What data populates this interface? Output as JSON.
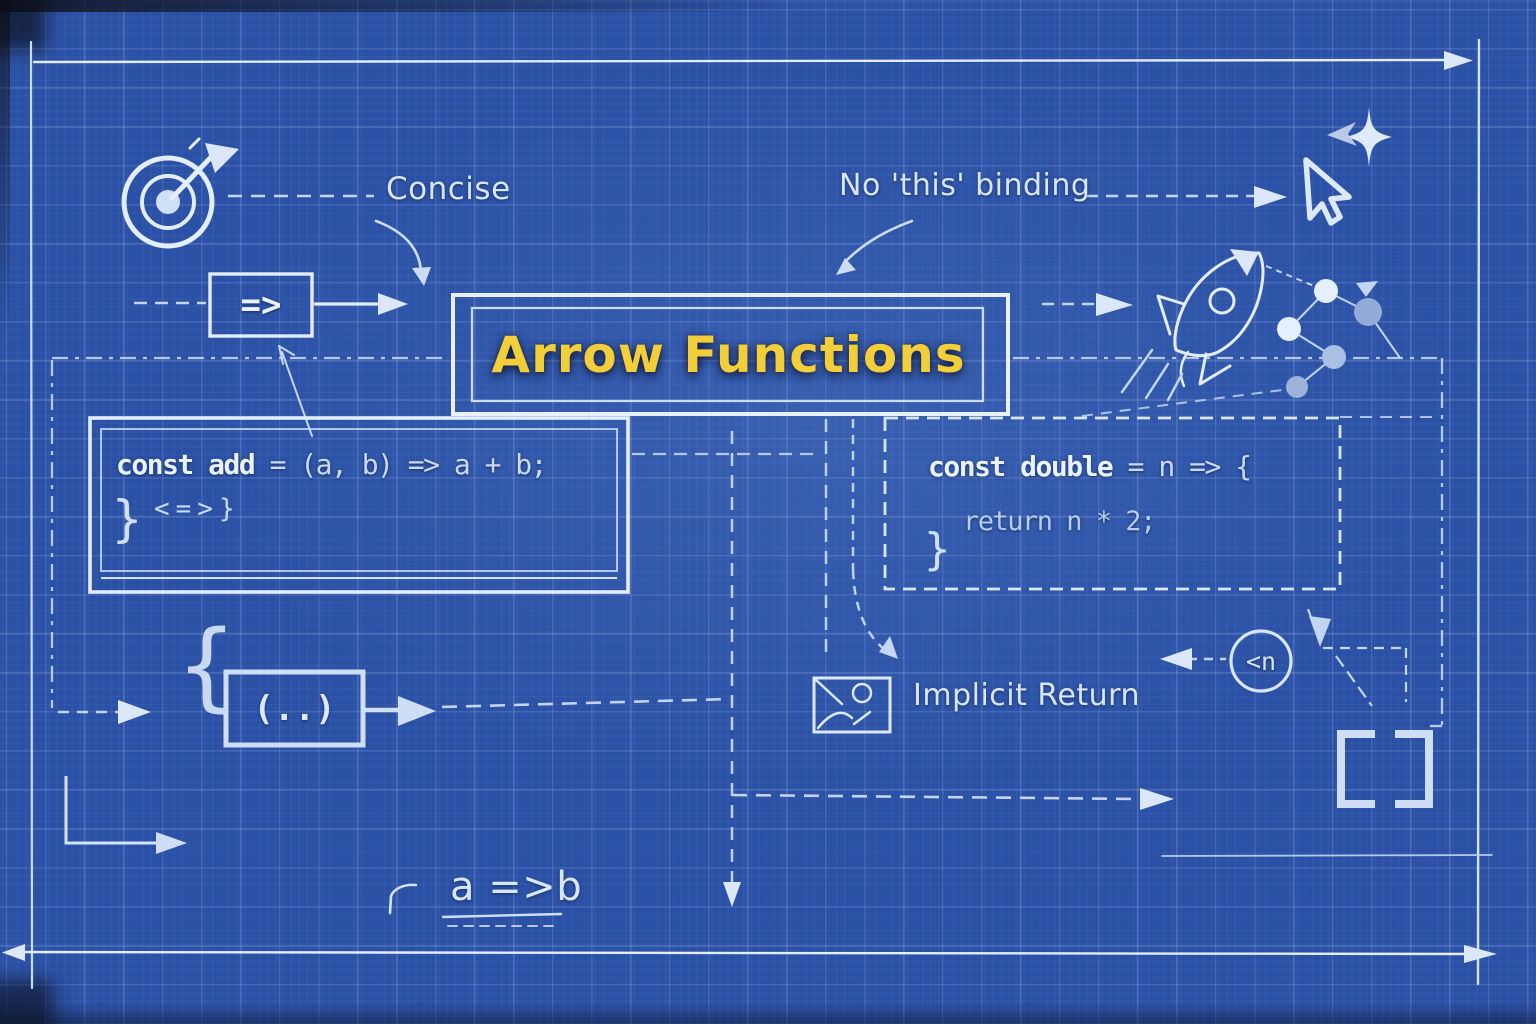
{
  "title": {
    "text": "Arrow Functions"
  },
  "annotations": {
    "concise": "Concise",
    "no_this_binding": "No 'this' binding",
    "implicit_return": "Implicit Return"
  },
  "symbols": {
    "fat_arrow": "=>",
    "params": "(..)",
    "open_brace": "{",
    "identity": "a =>b",
    "n_badge": "<n"
  },
  "code_blocks": {
    "add": {
      "keyword": "const add",
      "rest": " = (a, b) => a + b;",
      "brace": "}",
      "inline": "<=>}"
    },
    "double": {
      "keyword": "const double",
      "rest": " = n => {",
      "line2": "return n * 2;",
      "line3": "}"
    }
  },
  "icons": [
    "target-icon",
    "cursor-icon",
    "sparkle-icon",
    "rocket-icon",
    "constellation-icon",
    "envelope-icon",
    "n-circle-icon",
    "brackets-icon"
  ],
  "colors": {
    "background": "#2b51a6",
    "ink_bright": "#e3edfb",
    "ink_dim": "#b4c8e8",
    "accent_yellow": "#f2ce3a"
  }
}
